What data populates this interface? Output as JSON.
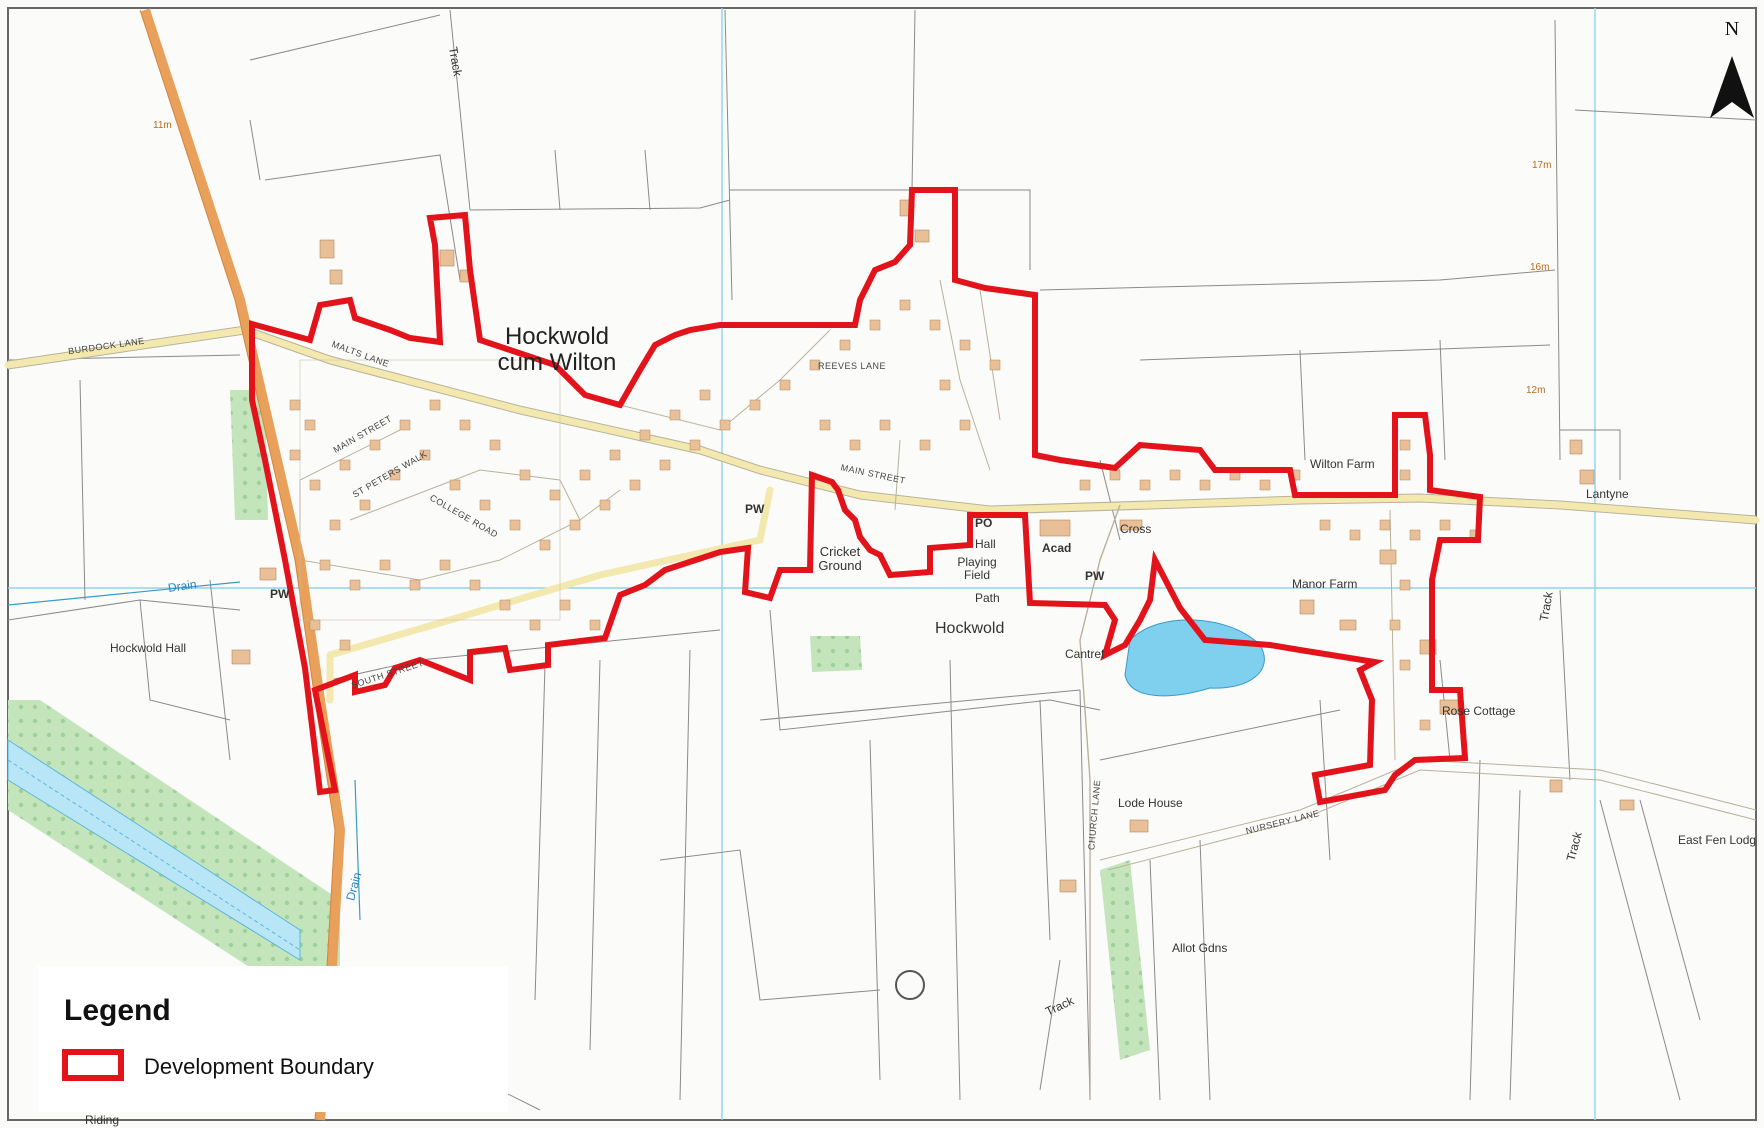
{
  "map": {
    "colors": {
      "boundary": "#e3131b",
      "main_road": "#f0a050",
      "minor_road": "#f6eeb8",
      "water": "#7fd0ee",
      "vegetation": "#b8dfb0",
      "building": "#e8bf96",
      "grid": "#8fd4ec"
    },
    "north": {
      "letter": "N",
      "icon": "north-arrow-icon"
    },
    "labels": {
      "village": "Hockwold\ncum Wilton",
      "hockwold": "Hockwold",
      "hockwold_hall": "Hockwold Hall",
      "pw_west": "PW",
      "pw_main": "PW",
      "pw_east": "PW",
      "drain_west": "Drain",
      "drain_south": "Drain",
      "cricket_ground": "Cricket\nGround",
      "po": "PO",
      "hall": "Hall",
      "playing_field": "Playing\nField",
      "path": "Path",
      "acad": "Acad",
      "cross": "Cross",
      "cantref": "Cantref",
      "manor_farm": "Manor Farm",
      "wilton_farm": "Wilton Farm",
      "lantyne": "Lantyne",
      "rose_cottage": "Rose Cottage",
      "lode_house": "Lode House",
      "east_fen_lodge": "East Fen Lodg",
      "allot_gdns": "Allot Gdns",
      "riding": "Riding",
      "track_north": "Track",
      "track_east": "Track",
      "track_south_east": "Track",
      "track_south": "Track",
      "contour_11": "11m",
      "contour_17": "17m",
      "contour_16": "16m",
      "contour_12": "12m",
      "burdock_lane": "BURDOCK LANE",
      "malts_lane": "MALTS LANE",
      "main_street": "MAIN STREET",
      "main_street_west": "MAIN STREET",
      "st_peters_walk": "ST PETERS WALK",
      "college_road": "COLLEGE ROAD",
      "reeves_lane": "REEVES LANE",
      "nursery_lane": "NURSERY LANE",
      "church_lane": "CHURCH LANE",
      "south_street": "SOUTH STREET"
    }
  },
  "legend": {
    "title": "Legend",
    "items": [
      {
        "label": "Development Boundary",
        "color": "#e3131b"
      }
    ]
  }
}
